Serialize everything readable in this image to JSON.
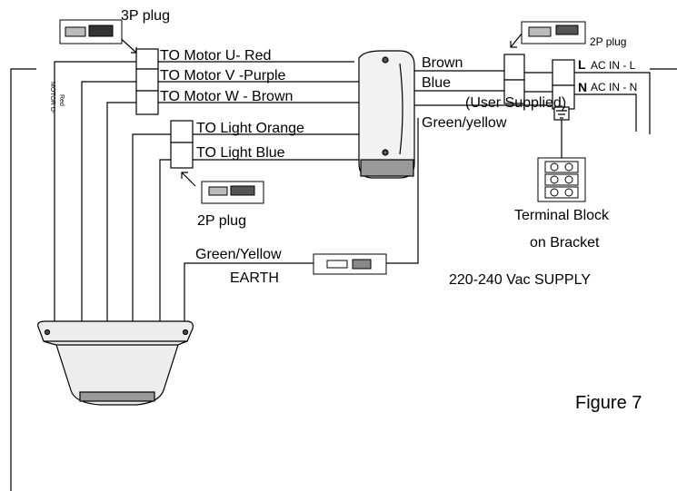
{
  "labels": {
    "plug_3p": "3P plug",
    "motor_u": "TO Motor U- Red",
    "motor_v": "TO Motor V -Purple",
    "motor_w": "TO Motor W - Brown",
    "light_orange": "TO Light Orange",
    "light_blue": "TO Light Blue",
    "plug_2p_bottom": "2P plug",
    "brown": "Brown",
    "blue": "Blue",
    "green_yellow_right": "Green/yellow",
    "user_supplied": "(User Supplied)",
    "plug_2p_top": "2P plug",
    "l_mark": "L",
    "ac_in_l": "AC IN - L",
    "n_mark": "N",
    "ac_in_n": "AC IN - N",
    "terminal_block": "Terminal Block",
    "on_bracket": "on Bracket",
    "green_yellow_left": "Green/Yellow",
    "earth": "EARTH",
    "supply": "220-240 Vac SUPPLY",
    "figure": "Figure 7",
    "vertical_1": "MOTOR U-",
    "vertical_2": "Red"
  },
  "colors": {
    "line": "#000000",
    "background": "#ffffff",
    "fill_gray": "#d9d9d9",
    "fill_dark": "#9a9a9a"
  },
  "icons": [
    "plug-icon",
    "controller-box-icon",
    "terminal-block-icon",
    "earth-connector-icon",
    "fan-canopy-icon",
    "ground-symbol-icon"
  ]
}
